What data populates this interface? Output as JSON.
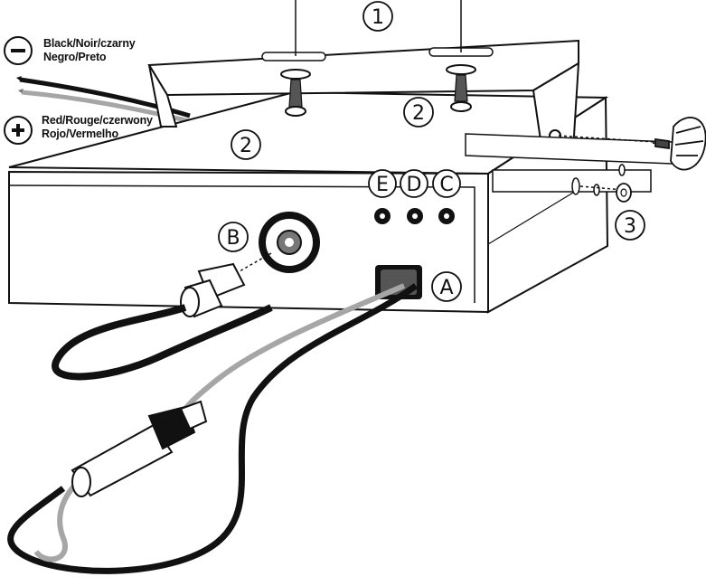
{
  "callouts": {
    "bracket": "1",
    "screw_left": "2",
    "screw_right": "2",
    "knob_washer": "3",
    "antenna_connector": "B",
    "power_socket": "A",
    "jack_e": "E",
    "jack_d": "D",
    "jack_c": "C"
  },
  "wires": {
    "negative": {
      "icon": "minus-icon",
      "line1": "Black/Noir/czarny",
      "line2": "Negro/Preto",
      "color": "#111111"
    },
    "positive": {
      "icon": "plus-icon",
      "line1": "Red/Rouge/czerwony",
      "line2": "Rojo/Vermelho",
      "color": "#a6a6a6"
    }
  }
}
